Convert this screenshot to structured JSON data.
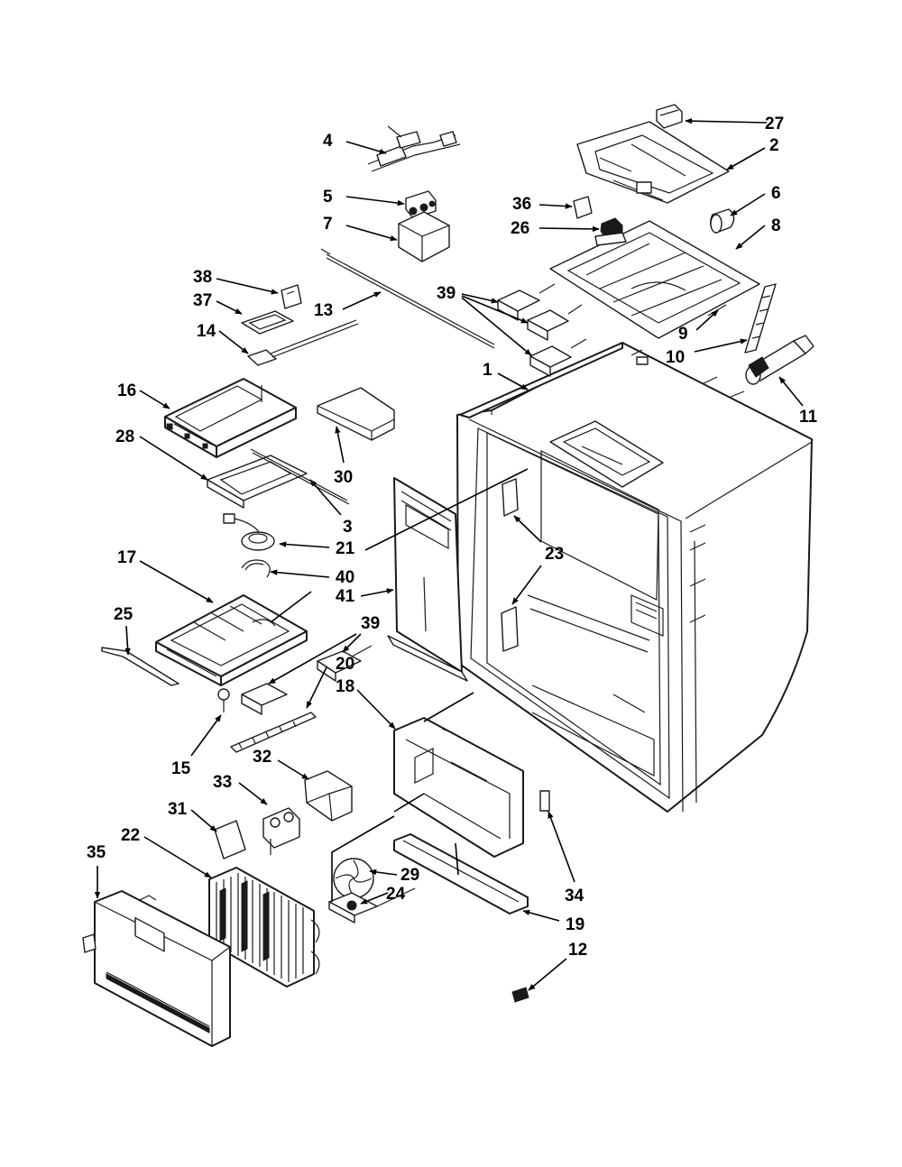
{
  "callouts": {
    "c1": "1",
    "c2": "2",
    "c3": "3",
    "c4": "4",
    "c5": "5",
    "c6": "6",
    "c7": "7",
    "c8": "8",
    "c9": "9",
    "c10": "10",
    "c11": "11",
    "c12": "12",
    "c13": "13",
    "c14": "14",
    "c15": "15",
    "c16": "16",
    "c17": "17",
    "c18": "18",
    "c19": "19",
    "c20": "20",
    "c21": "21",
    "c22": "22",
    "c23a": "23",
    "c24": "24",
    "c25": "25",
    "c26": "26",
    "c27": "27",
    "c28": "28",
    "c29": "29",
    "c30": "30",
    "c31": "31",
    "c32": "32",
    "c33": "33",
    "c34": "34",
    "c35": "35",
    "c36": "36",
    "c37": "37",
    "c38": "38",
    "c39a": "39",
    "c39b": "39",
    "c40": "40",
    "c41": "41"
  }
}
